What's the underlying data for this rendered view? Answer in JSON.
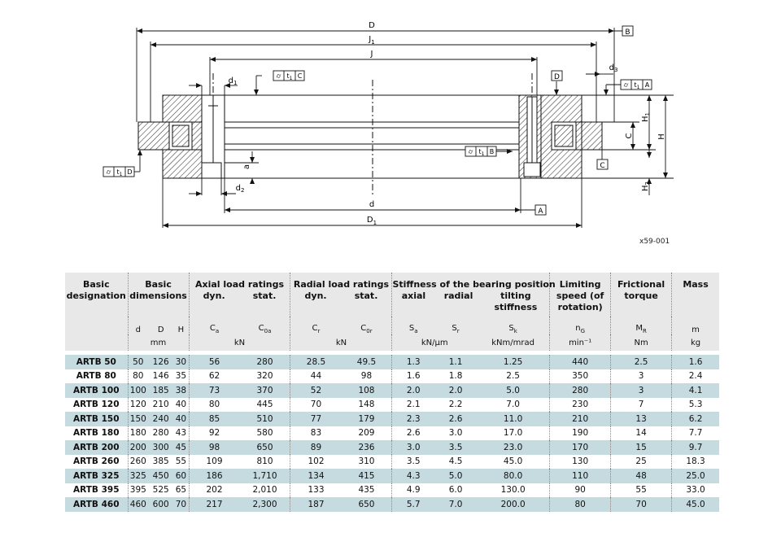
{
  "drawing": {
    "dim_labels": {
      "D": "D",
      "J1": "J",
      "J1_sub": "1",
      "J": "J",
      "d1": "d",
      "d1_sub": "1",
      "d2": "d",
      "d2_sub": "2",
      "d3": "d",
      "d3_sub": "3",
      "a": "a",
      "d": "d",
      "D1": "D",
      "D1_sub": "1",
      "H": "H",
      "H1": "H",
      "H1_sub": "1",
      "H2": "H",
      "H2_sub": "2",
      "C": "C"
    },
    "datum_letters": {
      "A": "A",
      "B": "B",
      "C": "C",
      "D": "D"
    },
    "tolerance_frames": {
      "tf_C": {
        "symbol": "⌭",
        "tol": "t",
        "tol_sub": "1",
        "ref": "C"
      },
      "tf_A": {
        "symbol": "⌭",
        "tol": "t",
        "tol_sub": "1",
        "ref": "A"
      },
      "tf_B": {
        "symbol": "⌭",
        "tol": "t",
        "tol_sub": "1",
        "ref": "B"
      },
      "tf_D": {
        "symbol": "⌭",
        "tol": "t",
        "tol_sub": "1",
        "ref": "D"
      }
    },
    "code": "x59-001"
  },
  "table": {
    "headers": {
      "designation": "Basic designation",
      "basic_dims": "Basic dimensions",
      "axial": "Axial load ratings",
      "axial_dyn": "dyn.",
      "axial_stat": "stat.",
      "radial": "Radial load ratings",
      "radial_dyn": "dyn.",
      "radial_stat": "stat.",
      "stiffness": "Stiffness of the bearing position",
      "stiff_axial": "axial",
      "stiff_radial": "radial",
      "stiff_tilting": "tilting stiffness",
      "limiting": "Limiting speed (of rotation)",
      "frictional": "Frictional torque",
      "mass": "Mass"
    },
    "symbols": {
      "d": "d",
      "D": "D",
      "H": "H",
      "Ca": "C",
      "Ca_sub": "a",
      "C0a": "C",
      "C0a_sub": "0a",
      "Cr": "C",
      "Cr_sub": "r",
      "C0r": "C",
      "C0r_sub": "0r",
      "Sa": "S",
      "Sa_sub": "a",
      "Sr": "S",
      "Sr_sub": "r",
      "Sk": "S",
      "Sk_sub": "k",
      "nG": "n",
      "nG_sub": "G",
      "MR": "M",
      "MR_sub": "R",
      "m": "m"
    },
    "units": {
      "mm": "mm",
      "kN_axial": "kN",
      "kN_radial": "kN",
      "stiff": "kN/μm",
      "tilt": "kNm/mrad",
      "speed": "min⁻¹",
      "torque": "Nm",
      "mass": "kg"
    },
    "rows": [
      [
        "ARTB 50",
        "50",
        "126",
        "30",
        "56",
        "280",
        "28.5",
        "49.5",
        "1.3",
        "1.1",
        "1.25",
        "440",
        "2.5",
        "1.6"
      ],
      [
        "ARTB 80",
        "80",
        "146",
        "35",
        "62",
        "320",
        "44",
        "98",
        "1.6",
        "1.8",
        "2.5",
        "350",
        "3",
        "2.4"
      ],
      [
        "ARTB 100",
        "100",
        "185",
        "38",
        "73",
        "370",
        "52",
        "108",
        "2.0",
        "2.0",
        "5.0",
        "280",
        "3",
        "4.1"
      ],
      [
        "ARTB 120",
        "120",
        "210",
        "40",
        "80",
        "445",
        "70",
        "148",
        "2.1",
        "2.2",
        "7.0",
        "230",
        "7",
        "5.3"
      ],
      [
        "ARTB 150",
        "150",
        "240",
        "40",
        "85",
        "510",
        "77",
        "179",
        "2.3",
        "2.6",
        "11.0",
        "210",
        "13",
        "6.2"
      ],
      [
        "ARTB 180",
        "180",
        "280",
        "43",
        "92",
        "580",
        "83",
        "209",
        "2.6",
        "3.0",
        "17.0",
        "190",
        "14",
        "7.7"
      ],
      [
        "ARTB 200",
        "200",
        "300",
        "45",
        "98",
        "650",
        "89",
        "236",
        "3.0",
        "3.5",
        "23.0",
        "170",
        "15",
        "9.7"
      ],
      [
        "ARTB 260",
        "260",
        "385",
        "55",
        "109",
        "810",
        "102",
        "310",
        "3.5",
        "4.5",
        "45.0",
        "130",
        "25",
        "18.3"
      ],
      [
        "ARTB 325",
        "325",
        "450",
        "60",
        "186",
        "1,710",
        "134",
        "415",
        "4.3",
        "5.0",
        "80.0",
        "110",
        "48",
        "25.0"
      ],
      [
        "ARTB 395",
        "395",
        "525",
        "65",
        "202",
        "2,010",
        "133",
        "435",
        "4.9",
        "6.0",
        "130.0",
        "90",
        "55",
        "33.0"
      ],
      [
        "ARTB 460",
        "460",
        "600",
        "70",
        "217",
        "2,300",
        "187",
        "650",
        "5.7",
        "7.0",
        "200.0",
        "80",
        "70",
        "45.0"
      ]
    ]
  }
}
